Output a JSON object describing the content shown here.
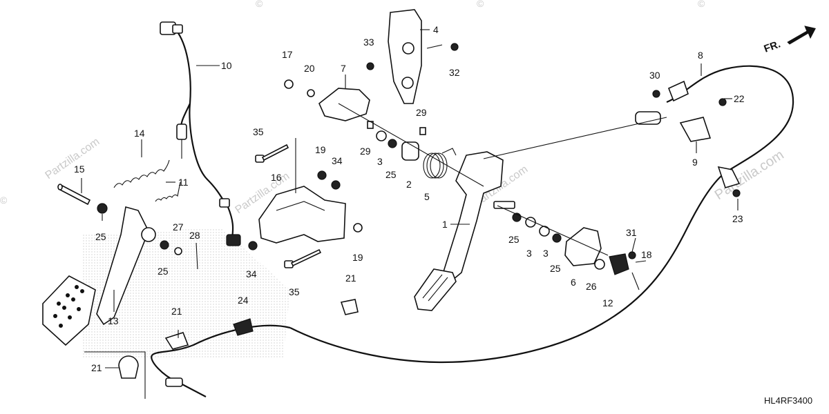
{
  "diagram": {
    "code": "HL4RF3400",
    "front_indicator": "FR.",
    "watermark": "Partzilla.com",
    "callouts": [
      {
        "id": "c1",
        "label": "1"
      },
      {
        "id": "c2",
        "label": "2"
      },
      {
        "id": "c3a",
        "label": "3"
      },
      {
        "id": "c3b",
        "label": "3"
      },
      {
        "id": "c3c",
        "label": "3"
      },
      {
        "id": "c4",
        "label": "4"
      },
      {
        "id": "c5",
        "label": "5"
      },
      {
        "id": "c6",
        "label": "6"
      },
      {
        "id": "c7",
        "label": "7"
      },
      {
        "id": "c8",
        "label": "8"
      },
      {
        "id": "c9",
        "label": "9"
      },
      {
        "id": "c10",
        "label": "10"
      },
      {
        "id": "c11",
        "label": "11"
      },
      {
        "id": "c12",
        "label": "12"
      },
      {
        "id": "c13",
        "label": "13"
      },
      {
        "id": "c14",
        "label": "14"
      },
      {
        "id": "c15",
        "label": "15"
      },
      {
        "id": "c16",
        "label": "16"
      },
      {
        "id": "c17",
        "label": "17"
      },
      {
        "id": "c18",
        "label": "18"
      },
      {
        "id": "c19a",
        "label": "19"
      },
      {
        "id": "c19b",
        "label": "19"
      },
      {
        "id": "c20",
        "label": "20"
      },
      {
        "id": "c21a",
        "label": "21"
      },
      {
        "id": "c21b",
        "label": "21"
      },
      {
        "id": "c21c",
        "label": "21"
      },
      {
        "id": "c22",
        "label": "22"
      },
      {
        "id": "c23",
        "label": "23"
      },
      {
        "id": "c24",
        "label": "24"
      },
      {
        "id": "c25a",
        "label": "25"
      },
      {
        "id": "c25b",
        "label": "25"
      },
      {
        "id": "c25c",
        "label": "25"
      },
      {
        "id": "c25d",
        "label": "25"
      },
      {
        "id": "c25e",
        "label": "25"
      },
      {
        "id": "c26",
        "label": "26"
      },
      {
        "id": "c27",
        "label": "27"
      },
      {
        "id": "c28",
        "label": "28"
      },
      {
        "id": "c29a",
        "label": "29"
      },
      {
        "id": "c29b",
        "label": "29"
      },
      {
        "id": "c30",
        "label": "30"
      },
      {
        "id": "c31",
        "label": "31"
      },
      {
        "id": "c32",
        "label": "32"
      },
      {
        "id": "c33",
        "label": "33"
      },
      {
        "id": "c34a",
        "label": "34"
      },
      {
        "id": "c34b",
        "label": "34"
      },
      {
        "id": "c35a",
        "label": "35"
      },
      {
        "id": "c35b",
        "label": "35"
      }
    ]
  }
}
